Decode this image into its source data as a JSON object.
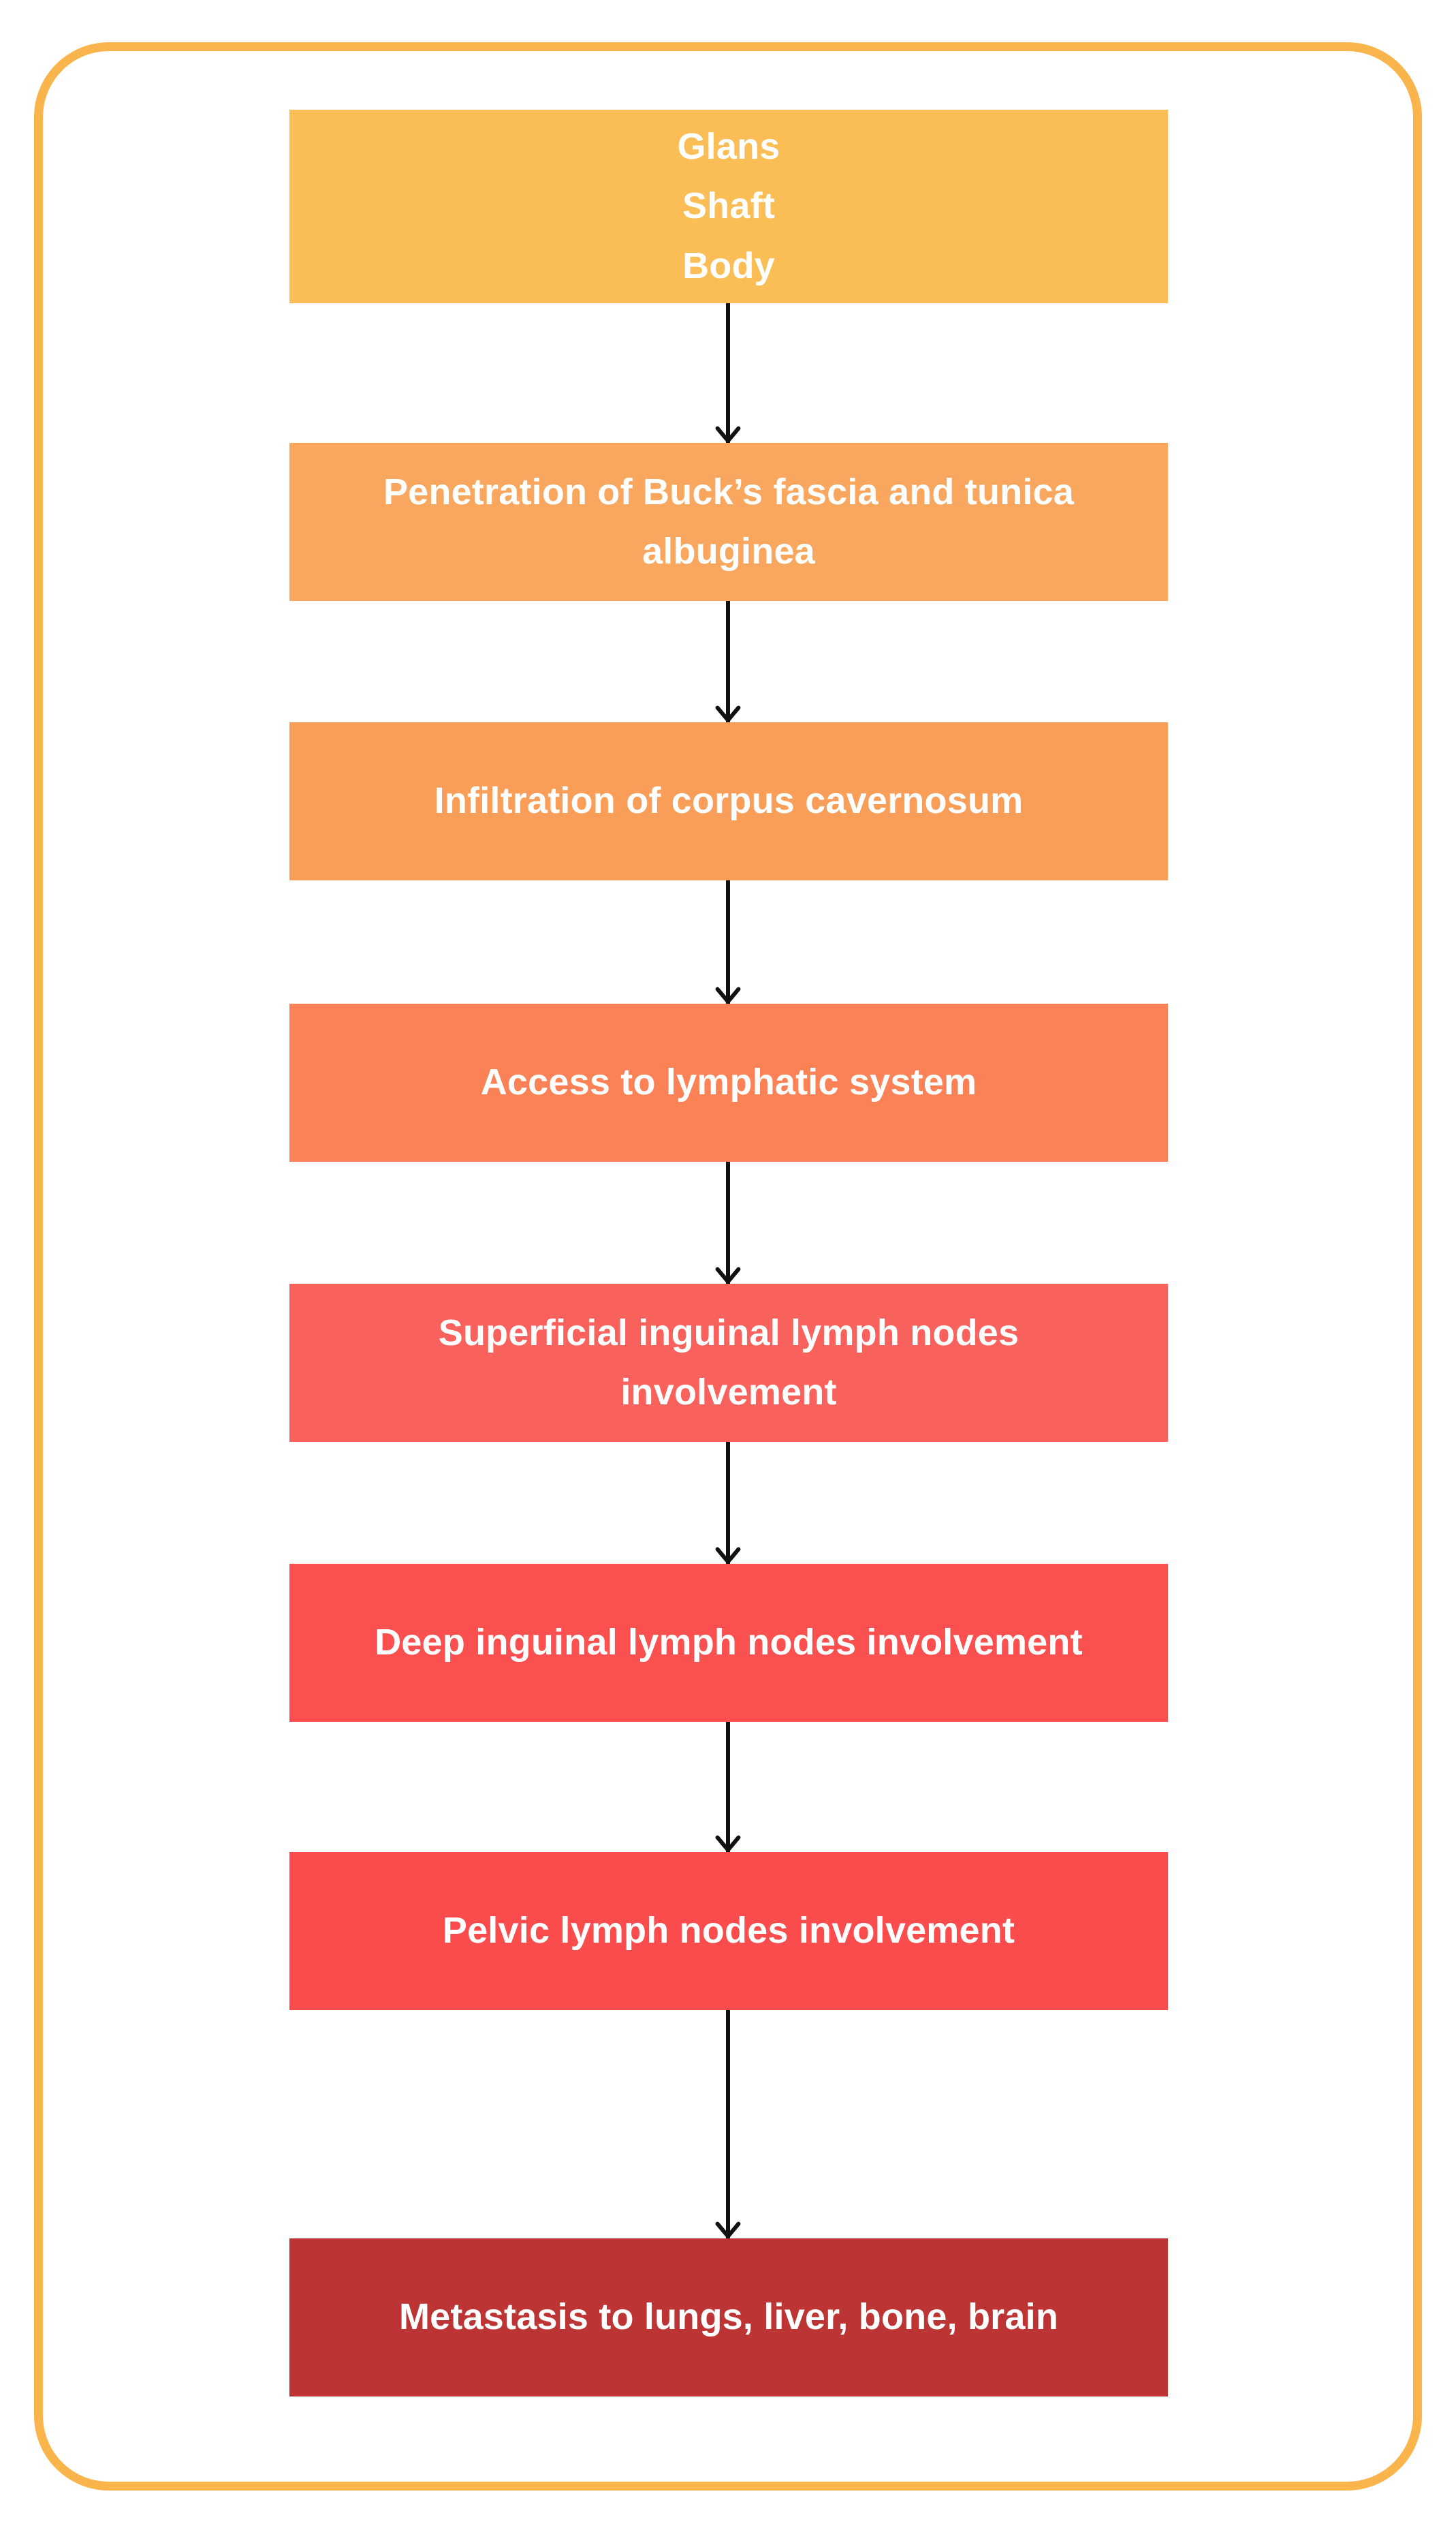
{
  "diagram": {
    "frame_color": "#F9B54C",
    "arrow_color": "#111111",
    "text_color": "#FFFFFF",
    "steps": [
      {
        "label": "Glans\nShaft\nBody",
        "color": "#FBBD55"
      },
      {
        "label": "Penetration of Buck’s fascia and tunica\nalbuginea",
        "color": "#F9A75F"
      },
      {
        "label": "Infiltration of corpus cavernosum",
        "color": "#F99E58"
      },
      {
        "label": "Access to lymphatic system",
        "color": "#FB8256"
      },
      {
        "label": "Superficial inguinal lymph nodes\ninvolvement",
        "color": "#F8615C"
      },
      {
        "label": "Deep inguinal lymph nodes involvement",
        "color": "#FA5050"
      },
      {
        "label": "Pelvic lymph nodes involvement",
        "color": "#FA4C4C"
      },
      {
        "label": "Metastasis to lungs, liver, bone, brain",
        "color": "#BC3534"
      }
    ]
  }
}
